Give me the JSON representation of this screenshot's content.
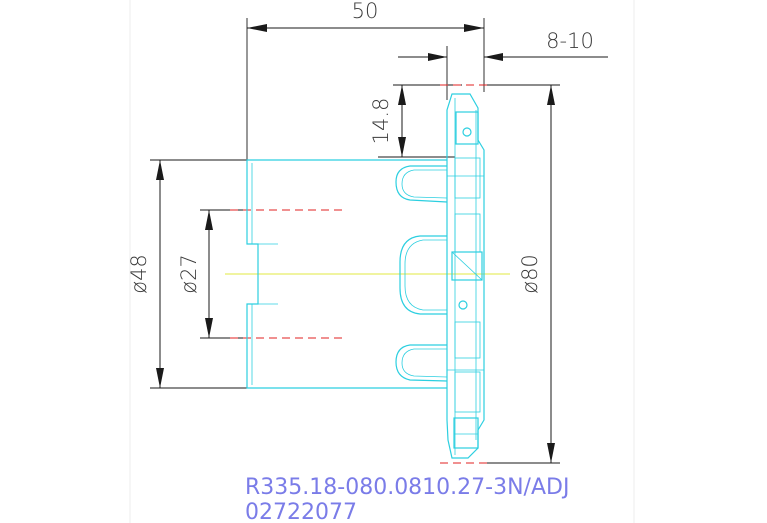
{
  "dimensions": {
    "overall_length": "50",
    "cutting_depth": "8-10",
    "insert_height": "14.8",
    "shank_diameter": "ø48",
    "bore_diameter": "ø27",
    "cutter_diameter": "ø80"
  },
  "part_code": {
    "designation": "R335.18-080.0810.27-3N/ADJ",
    "order_number": "02722077"
  },
  "colors": {
    "part_outline": "#2ccfe0",
    "dimension": "#1a1a1a",
    "center_line": "#e02020",
    "axis": "#d8e000",
    "code_text": "#7a7ce8"
  }
}
